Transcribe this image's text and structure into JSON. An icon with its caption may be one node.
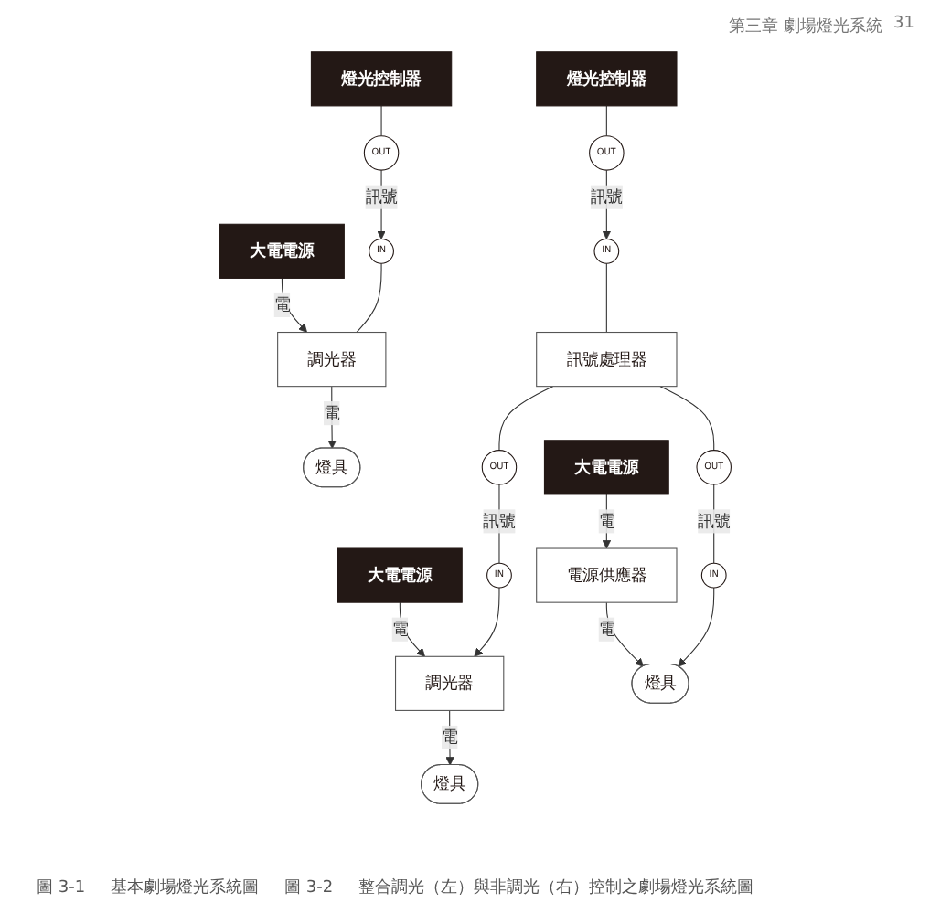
{
  "diagram": {
    "nodes": [
      {
        "text": [
          "大電電源"
        ]
      },
      {
        "text": [
          "調光器"
        ]
      },
      {
        "text": [
          "燈具"
        ]
      },
      {
        "text": [
          "IN"
        ]
      },
      {
        "text": [
          "OUT"
        ]
      },
      {
        "text": [
          "燈光控制器"
        ]
      },
      {
        "text": [
          "大電電源"
        ]
      },
      {
        "text": [
          "調光器"
        ]
      },
      {
        "text": [
          "燈具"
        ]
      },
      {
        "text": [
          "大電電源"
        ]
      },
      {
        "text": [
          "電源供應器"
        ]
      },
      {
        "text": [
          "燈具"
        ]
      },
      {
        "text": [
          "IN"
        ]
      },
      {
        "text": [
          "IN"
        ]
      },
      {
        "text": [
          "OUT"
        ]
      },
      {
        "text": [
          "OUT"
        ]
      },
      {
        "text": [
          "訊號處理器"
        ]
      },
      {
        "text": [
          "IN"
        ]
      },
      {
        "text": [
          "OUT"
        ]
      },
      {
        "text": [
          "燈光控制器"
        ]
      }
    ],
    "edges": [
      {
        "from": 0,
        "to": 1,
        "arrow": "to",
        "label": "電"
      },
      {
        "from": 1,
        "to": 2,
        "arrow": "to",
        "label": "電"
      },
      {
        "from": 4,
        "to": 3,
        "arrow": "to",
        "label": "訊號"
      },
      {
        "from": 3,
        "to": 1,
        "arrow": "none"
      },
      {
        "from": 5,
        "to": 4,
        "arrow": "none"
      },
      {
        "from": 6,
        "to": 7,
        "arrow": "to",
        "label": "電"
      },
      {
        "from": 7,
        "to": 8,
        "arrow": "to",
        "label": "電"
      },
      {
        "from": 9,
        "to": 10,
        "arrow": "to",
        "label": "電"
      },
      {
        "from": 10,
        "to": 11,
        "arrow": "to",
        "label": "電"
      },
      {
        "from": 14,
        "to": 12,
        "arrow": "none",
        "label": "訊號"
      },
      {
        "from": 12,
        "to": 7,
        "arrow": "to"
      },
      {
        "from": 15,
        "to": 13,
        "arrow": "none",
        "label": "訊號"
      },
      {
        "from": 13,
        "to": 11,
        "arrow": "to"
      },
      {
        "from": 16,
        "to": 14,
        "arrow": "none"
      },
      {
        "from": 16,
        "to": 15,
        "arrow": "none"
      },
      {
        "from": 18,
        "to": 17,
        "arrow": "to",
        "label": "訊號"
      },
      {
        "from": 17,
        "to": 16,
        "arrow": "none"
      },
      {
        "from": 19,
        "to": 18,
        "arrow": "none"
      }
    ],
    "labels": [
      "第三章 劇場燈光系統",
      "31",
      "圖 3-1",
      "基本劇場燈光系統圖",
      "圖 3-2",
      "整合調光（左）與非調光（右）控制之劇場燈光系統圖"
    ]
  }
}
